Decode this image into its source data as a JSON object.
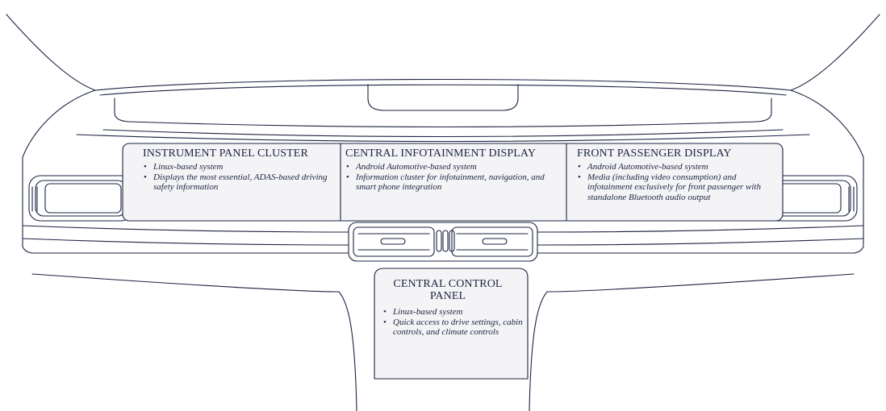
{
  "colors": {
    "line": "#1b2340",
    "panel_fill": "#f4f4f6",
    "background": "#ffffff"
  },
  "displays": {
    "instrument_panel_cluster": {
      "title": "INSTRUMENT PANEL CLUSTER",
      "bullets": [
        "Linux-based system",
        "Displays the most essential, ADAS-based driving safety information"
      ]
    },
    "central_infotainment_display": {
      "title": "CENTRAL INFOTAINMENT DISPLAY",
      "bullets": [
        "Android Automotive-based system",
        "Information cluster for infotainment, navigation, and smart phone integration"
      ]
    },
    "front_passenger_display": {
      "title": "FRONT PASSENGER DISPLAY",
      "bullets": [
        "Android Automotive-based system",
        "Media (including video consumption) and infotainment exclusively for front passenger with standalone Bluetooth audio output"
      ]
    },
    "central_control_panel": {
      "title": "CENTRAL CONTROL PANEL",
      "bullets": [
        "Linux-based system",
        "Quick access to drive settings, cabin controls, and climate controls"
      ]
    }
  }
}
